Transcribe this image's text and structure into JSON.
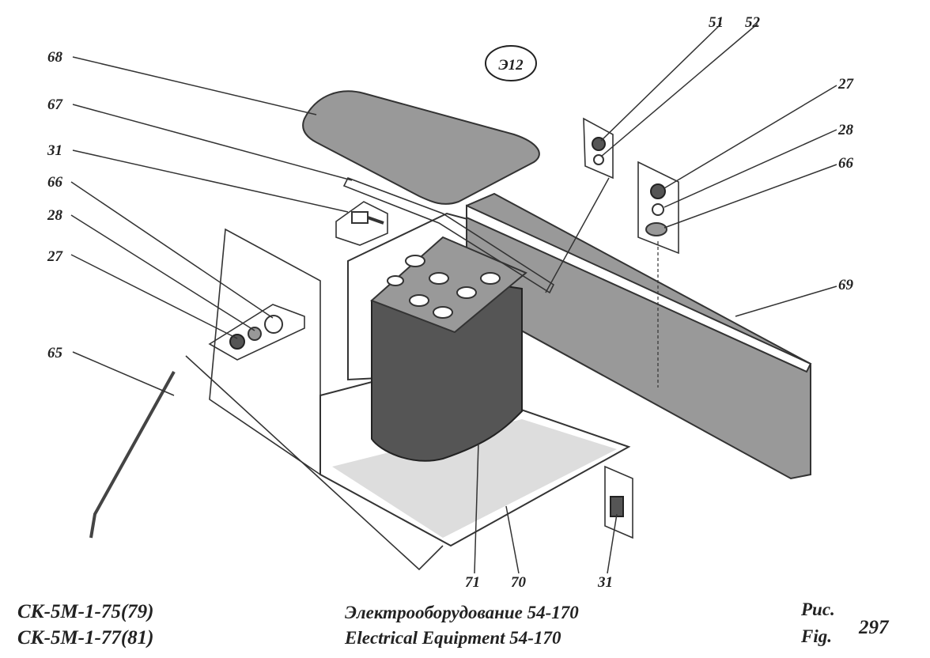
{
  "badge": "Э12",
  "callouts": [
    {
      "id": "c68",
      "text": "68"
    },
    {
      "id": "c67",
      "text": "67"
    },
    {
      "id": "c31a",
      "text": "31"
    },
    {
      "id": "c66a",
      "text": "66"
    },
    {
      "id": "c28a",
      "text": "28"
    },
    {
      "id": "c27a",
      "text": "27"
    },
    {
      "id": "c65",
      "text": "65"
    },
    {
      "id": "c51",
      "text": "51"
    },
    {
      "id": "c52",
      "text": "52"
    },
    {
      "id": "c27b",
      "text": "27"
    },
    {
      "id": "c28b",
      "text": "28"
    },
    {
      "id": "c66b",
      "text": "66"
    },
    {
      "id": "c69",
      "text": "69"
    },
    {
      "id": "c71",
      "text": "71"
    },
    {
      "id": "c70",
      "text": "70"
    },
    {
      "id": "c31b",
      "text": "31"
    }
  ],
  "footer": {
    "model_line1": "СК-5М-1-75(79)",
    "model_line2": "СК-5М-1-77(81)",
    "caption_ru": "Электрооборудование 54-170",
    "caption_en": "Electrical Equipment 54-170",
    "fig_ru": "Рис.",
    "fig_en": "Fig.",
    "fig_number": "297"
  }
}
